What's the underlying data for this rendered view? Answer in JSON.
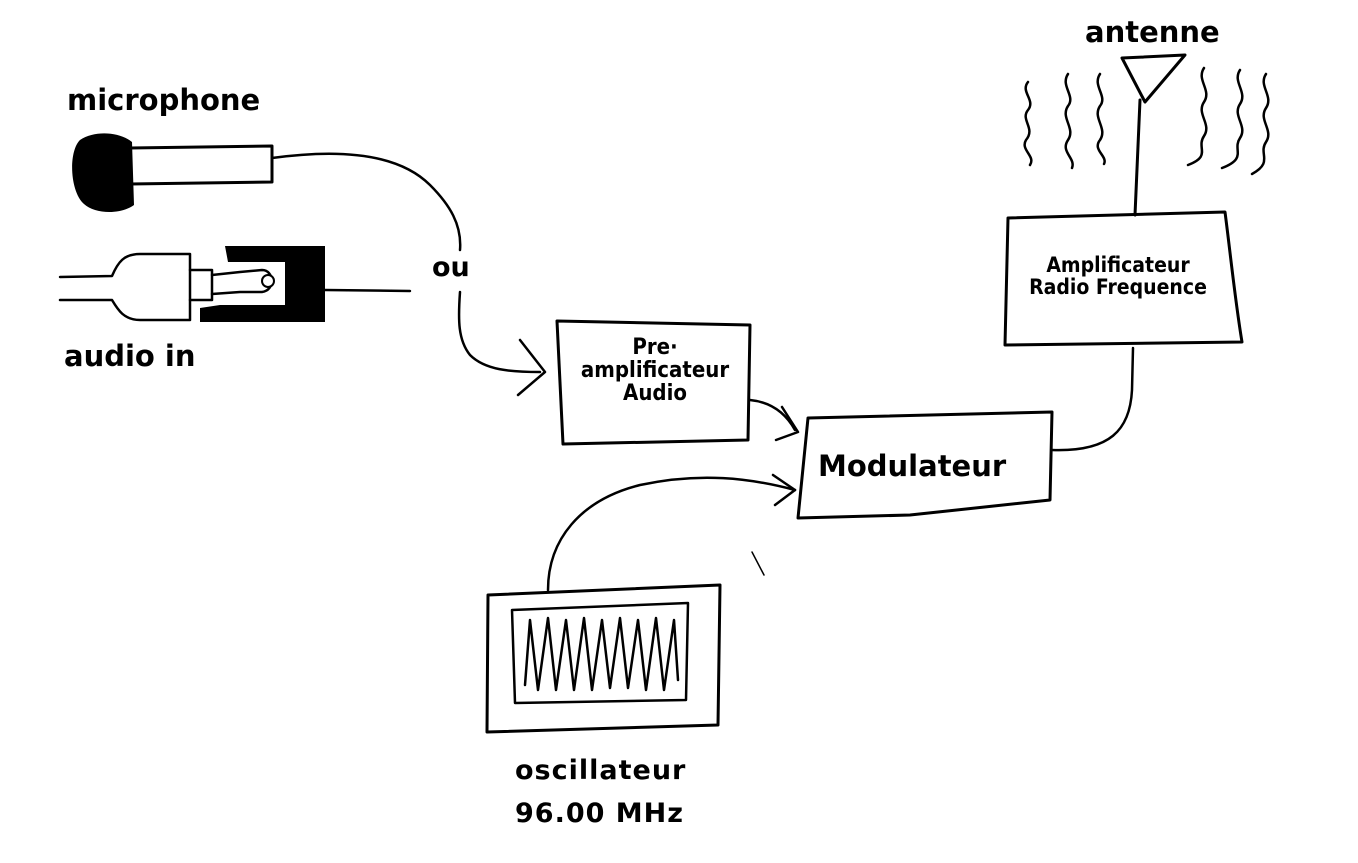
{
  "labels": {
    "microphone": "microphone",
    "audio_in": "audio in",
    "or": "ou",
    "antenna": "antenne",
    "oscillator_line1": "oscillateur",
    "oscillator_line2": "96.00 MHz"
  },
  "blocks": {
    "preamp": [
      "Pre·",
      "amplificateur",
      "Audio"
    ],
    "modulator": "Modulateur",
    "rf_amp": [
      "Amplificateur",
      "Radio Frequence"
    ]
  },
  "icons": [
    "microphone-icon",
    "audio-jack-icon",
    "antenna-icon",
    "radio-wave-icon",
    "oscilloscope-icon"
  ]
}
